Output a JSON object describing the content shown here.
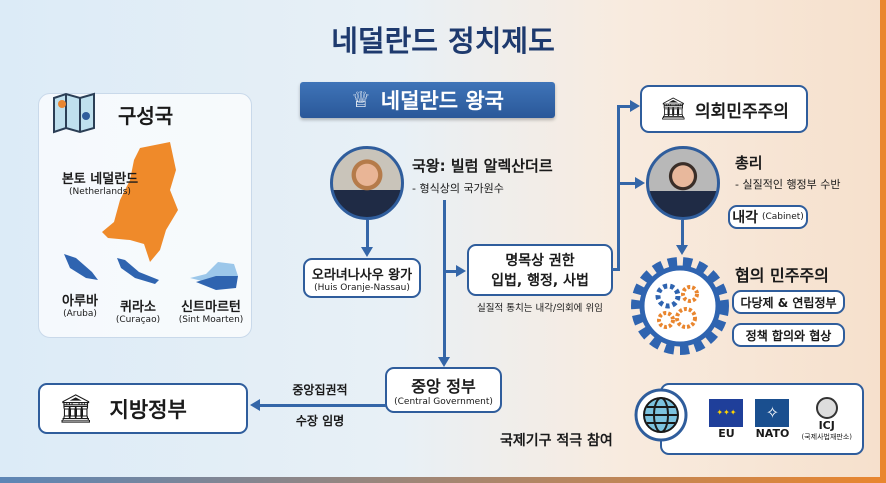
{
  "title": "네덜란드 정치제도",
  "kingdom_banner": "네덜란드 왕국",
  "constituent": {
    "heading": "구성국",
    "countries": [
      {
        "name": "본토 네덜란드",
        "en": "(Netherlands)"
      },
      {
        "name": "아루바",
        "en": "(Aruba)"
      },
      {
        "name": "퀴라소",
        "en": "(Curaçao)"
      },
      {
        "name": "신트마르턴",
        "en": "(Sint Moarten)"
      }
    ]
  },
  "king": {
    "title": "국왕: 빌럼 알렉산더르",
    "desc": "- 형식상의 국가원수"
  },
  "royal_house": {
    "name": "오라녀나사우 왕가",
    "en": "(Huis Oranje-Nassau)"
  },
  "nominal_power": {
    "line1": "명목상 권한",
    "line2": "입법, 행정, 사법",
    "caption": "실질적 통치는 내각/의회에 위임"
  },
  "parliamentary": "의회민주주의",
  "pm": {
    "title": "총리",
    "desc": "- 실질적인 행정부 수반"
  },
  "cabinet": {
    "name": "내각",
    "en": "(Cabinet)"
  },
  "consensus": {
    "heading": "협의 민주주의",
    "items": [
      "다당제 & 연립정부",
      "정책 합의와 협상"
    ]
  },
  "central_gov": {
    "name": "중앙 정부",
    "en": "(Central Government)"
  },
  "local_gov": "지방정부",
  "central_to_local": {
    "top": "중앙집권적",
    "bottom": "수장 임명"
  },
  "international": {
    "label": "국제기구 적극 참여",
    "orgs": [
      "EU",
      "NATO",
      "ICJ"
    ],
    "icj_sub": "(국제사법재판소)"
  },
  "colors": {
    "navy": "#1e3a6e",
    "blue": "#2f5d9c",
    "orange": "#e9862f"
  }
}
